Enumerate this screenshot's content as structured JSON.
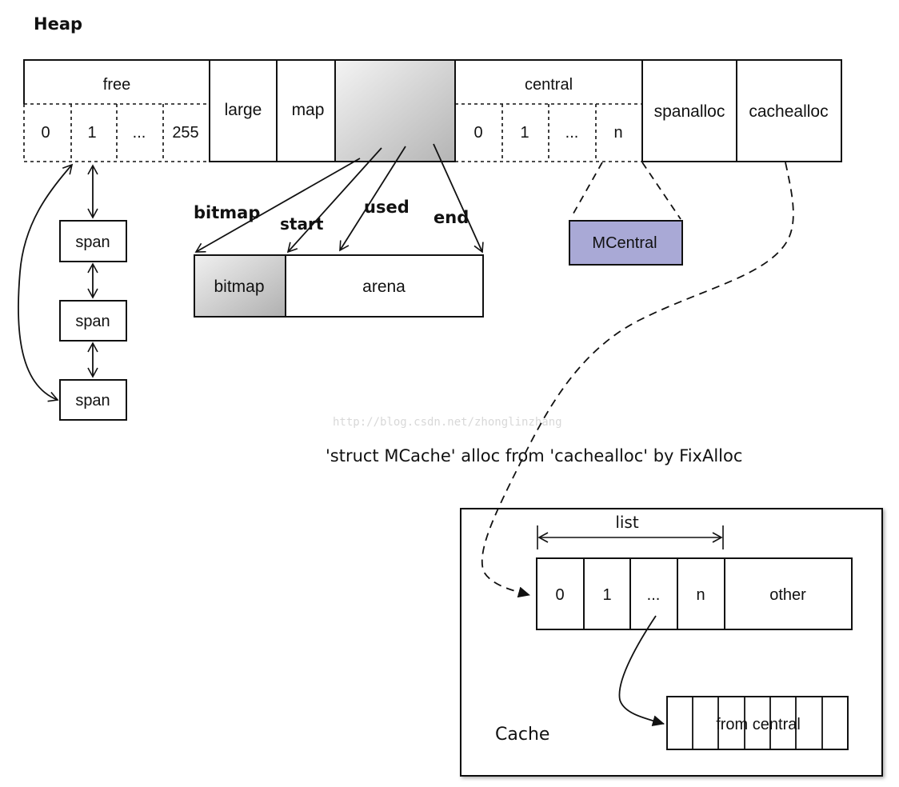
{
  "heap": {
    "title": "Heap",
    "free": {
      "label": "free",
      "cells": [
        "0",
        "1",
        "...",
        "255"
      ]
    },
    "large": "large",
    "map": "map",
    "central": {
      "label": "central",
      "cells": [
        "0",
        "1",
        "...",
        "n"
      ]
    },
    "spanalloc": "spanalloc",
    "cachealloc": "cachealloc"
  },
  "spans": [
    "span",
    "span",
    "span"
  ],
  "arena_pointers": [
    "bitmap",
    "start",
    "used",
    "end"
  ],
  "arena": {
    "bitmap": "bitmap",
    "arena": "arena"
  },
  "mcentral": {
    "label": "MCentral",
    "color": "#a9a9d6"
  },
  "watermark": "http://blog.csdn.net/zhonglinzhang",
  "caption": "'struct MCache' alloc from 'cachealloc' by FixAlloc",
  "cache": {
    "title": "Cache",
    "list_label": "list",
    "cells": [
      "0",
      "1",
      "...",
      "n"
    ],
    "other": "other",
    "from_central": "from central"
  }
}
